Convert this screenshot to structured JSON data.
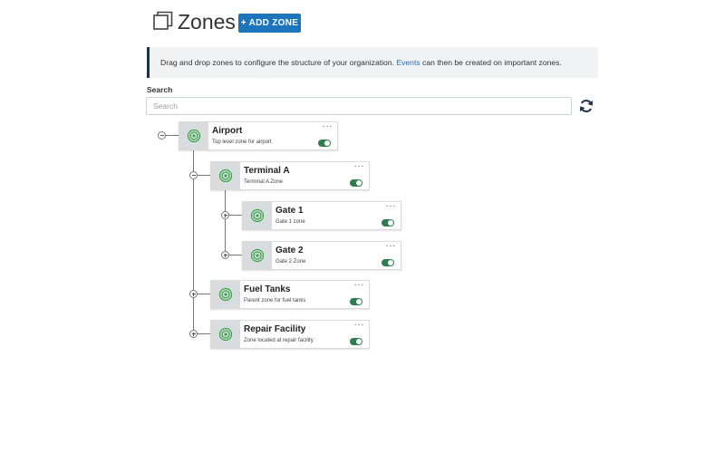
{
  "header": {
    "title": "Zones",
    "add_button_label": "+ ADD ZONE"
  },
  "banner": {
    "text_before": "Drag and drop zones to configure the structure of your organization. ",
    "link_text": "Events",
    "text_after": " can then be created on important zones."
  },
  "search": {
    "label": "Search",
    "placeholder": "Search",
    "value": ""
  },
  "colors": {
    "accent": "#1c75bc",
    "banner_border": "#1d3248",
    "toggle_on": "#2e7d4f",
    "zone_icon": "#3aa64a"
  },
  "zones": [
    {
      "name": "Airport",
      "description": "Top level zone for airport",
      "enabled": true,
      "expanded": true,
      "icon": "target-icon"
    },
    {
      "name": "Terminal A",
      "description": "Terminal A Zone",
      "enabled": true,
      "expanded": true,
      "icon": "target-icon"
    },
    {
      "name": "Gate 1",
      "description": "Gate 1 zone",
      "enabled": true,
      "expanded": false,
      "icon": "target-icon"
    },
    {
      "name": "Gate 2",
      "description": "Gate 2 Zone",
      "enabled": true,
      "expanded": false,
      "icon": "target-icon"
    },
    {
      "name": "Fuel Tanks",
      "description": "Parent zone for fuel tanks",
      "enabled": true,
      "expanded": false,
      "icon": "target-icon"
    },
    {
      "name": "Repair Facility",
      "description": "Zone located at repair facility",
      "enabled": true,
      "expanded": false,
      "icon": "target-icon"
    }
  ],
  "zone_menu_glyph": "···"
}
